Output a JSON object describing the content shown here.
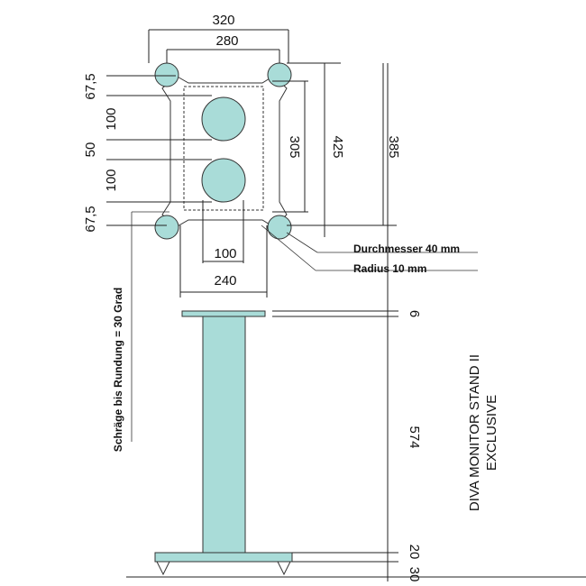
{
  "dimensions": {
    "top_width_outer": "320",
    "top_width_inner": "280",
    "left_top": "67,5",
    "left_hole_upper": "100",
    "left_gap": "50",
    "left_hole_lower": "100",
    "left_bottom": "67,5",
    "right_inner": "305",
    "right_mid": "425",
    "right_outer": "385",
    "bottom_hole_spacing": "100",
    "bottom_plate_width": "240",
    "top_plate_thickness": "6",
    "column_height": "574",
    "base_thickness": "20",
    "spike_height": "30"
  },
  "labels": {
    "diameter": "Durchmesser 40 mm",
    "radius": "Radius 10 mm",
    "bevel": "Schräge bis Rundung = 30 Grad"
  },
  "title": {
    "line1": "DIVA MONITOR STAND II",
    "line2": "EXCLUSIVE"
  },
  "colors": {
    "part_fill": "#a9dcd8",
    "line": "#222222"
  }
}
